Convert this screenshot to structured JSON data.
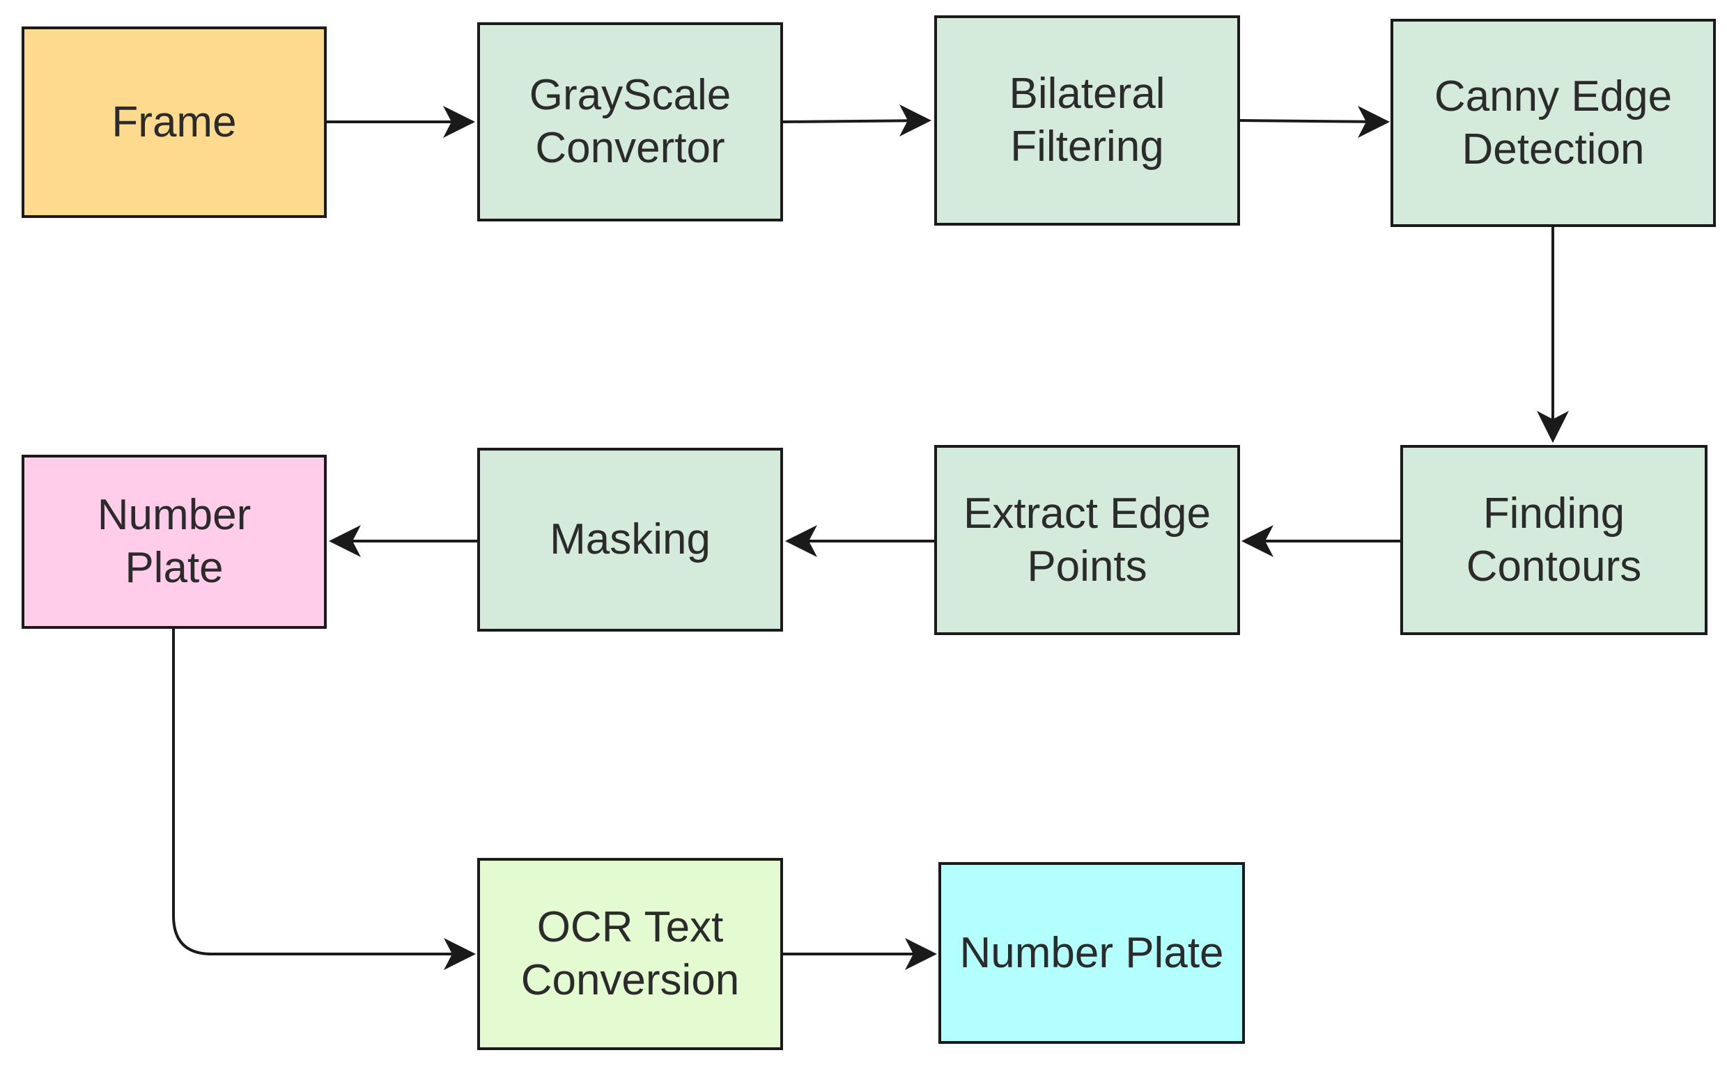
{
  "diagram": {
    "type": "flowchart",
    "colors": {
      "frame": "#fdda8e",
      "process": "#d4eadb",
      "number_plate": "#ffccea",
      "ocr": "#e4fbd2",
      "result": "#b3fffd",
      "stroke": "#1a1a1a"
    },
    "nodes": {
      "frame": {
        "lines": [
          "Frame"
        ]
      },
      "grayscale": {
        "lines": [
          "GrayScale",
          "Convertor"
        ]
      },
      "bilateral": {
        "lines": [
          "Bilateral",
          "Filtering"
        ]
      },
      "canny": {
        "lines": [
          "Canny Edge",
          "Detection"
        ]
      },
      "contours": {
        "lines": [
          "Finding",
          "Contours"
        ]
      },
      "extract": {
        "lines": [
          "Extract Edge",
          "Points"
        ]
      },
      "masking": {
        "lines": [
          "Masking"
        ]
      },
      "number_plate": {
        "lines": [
          "Number",
          "Plate"
        ]
      },
      "ocr": {
        "lines": [
          "OCR Text",
          "Conversion"
        ]
      },
      "result": {
        "lines": [
          "Number Plate"
        ]
      }
    },
    "edges": [
      [
        "frame",
        "grayscale"
      ],
      [
        "grayscale",
        "bilateral"
      ],
      [
        "bilateral",
        "canny"
      ],
      [
        "canny",
        "contours"
      ],
      [
        "contours",
        "extract"
      ],
      [
        "extract",
        "masking"
      ],
      [
        "masking",
        "number_plate"
      ],
      [
        "number_plate",
        "ocr"
      ],
      [
        "ocr",
        "result"
      ]
    ]
  }
}
